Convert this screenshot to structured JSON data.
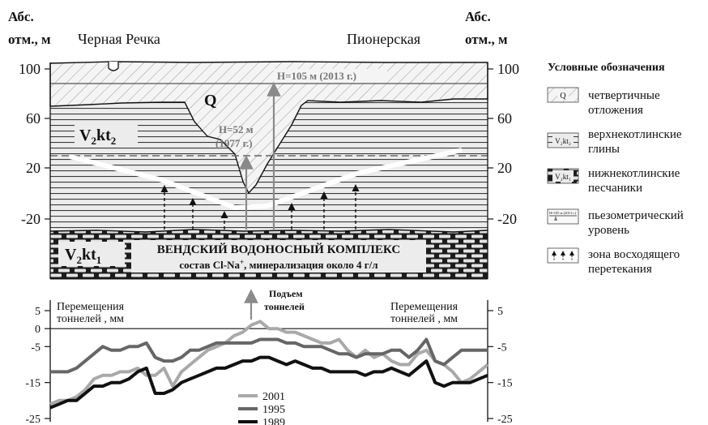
{
  "section": {
    "left_axis_title_line1": "Абс.",
    "left_axis_title_line2": "отм., м",
    "right_axis_title_line1": "Абс.",
    "right_axis_title_line2": "отм., м",
    "location_left": "Черная Речка",
    "location_right": "Пионерская",
    "left_ticks": [
      "100",
      "60",
      "20",
      "-20"
    ],
    "right_ticks": [
      "100",
      "60",
      "20",
      "-20"
    ],
    "layer_q": "Q",
    "layer_upper_base": "V",
    "layer_upper_sub": "2",
    "layer_upper_tail": "kt",
    "layer_upper_tail_sub": "2",
    "layer_lower_base": "V",
    "layer_lower_sub": "2",
    "layer_lower_tail": "kt",
    "layer_lower_tail_sub": "1",
    "level_2013": "H=105 м (2013 г.)",
    "level_1977_line1": "H=52 м",
    "level_1977_line2": "(1977 г.)",
    "aquifer_title": "ВЕНДСКИЙ ВОДОНОСНЫЙ КОМПЛЕКС",
    "aquifer_comp_prefix": "состав Cl-Na",
    "aquifer_comp_sup": "+",
    "aquifer_comp_suffix": ", минерализация около 4 г/л"
  },
  "legend": {
    "title": "Условные обозначения",
    "items": [
      {
        "label_line1": "четвертичные",
        "label_line2": "отложения",
        "symbol_text": "Q"
      },
      {
        "label_line1": "верхнекотлинские",
        "label_line2": "глины",
        "symbol_text": "V₂kt₂"
      },
      {
        "label_line1": "нижнекотлинские",
        "label_line2": "песчаники",
        "symbol_text": "V₂kt₁"
      },
      {
        "label_line1": "пьезометрический",
        "label_line2": "уровень",
        "symbol_text": "H=105 м (2013 г.)"
      },
      {
        "label_line1": "зона восходящего",
        "label_line2": "перетекания"
      }
    ]
  },
  "chart_data": {
    "type": "line",
    "title": "",
    "left_axis_label_line1": "Перемещения",
    "left_axis_label_line2": "тоннелей , мм",
    "right_axis_label_line1": "Перемещения",
    "right_axis_label_line2": "тоннелей , мм",
    "annotation_line1": "Подъем",
    "annotation_line2": "тоннелей",
    "ylim": [
      -25,
      5
    ],
    "left_ticks": [
      "5",
      "0",
      "-5",
      "-15",
      "-25"
    ],
    "right_ticks": [
      "5",
      "-5",
      "-15",
      "-25"
    ],
    "x": [
      0,
      2,
      4,
      6,
      8,
      10,
      12,
      14,
      16,
      18,
      20,
      22,
      24,
      26,
      28,
      30,
      32,
      34,
      36,
      38,
      40,
      42,
      44,
      46,
      48,
      50,
      52,
      54,
      56,
      58,
      60,
      62,
      64,
      66,
      68,
      70,
      72,
      74,
      76,
      78,
      80,
      82,
      84,
      86,
      88,
      90,
      92,
      94,
      96,
      98,
      100
    ],
    "series": [
      {
        "name": "2001",
        "color": "#a9a9a9",
        "values": [
          -21,
          -20,
          -20,
          -19,
          -17,
          -14,
          -13,
          -13,
          -12,
          -12,
          -11,
          -13,
          -13,
          -11,
          -16,
          -12,
          -10,
          -8,
          -6,
          -5,
          -4,
          -2,
          -1,
          1,
          2,
          0,
          0,
          -1,
          -1,
          -2,
          -3,
          -4,
          -4,
          -3,
          -6,
          -8,
          -6,
          -8,
          -7,
          -9,
          -10,
          -10,
          -7,
          -6,
          -9,
          -10,
          -12,
          -15,
          -14,
          -12,
          -10
        ]
      },
      {
        "name": "1995",
        "color": "#666666",
        "values": [
          -12,
          -12,
          -12,
          -11,
          -9,
          -7,
          -5,
          -6,
          -6,
          -5,
          -5,
          -4,
          -8,
          -9,
          -9,
          -8,
          -6,
          -6,
          -5,
          -4,
          -4,
          -4,
          -4,
          -4,
          -3,
          -3,
          -3,
          -4,
          -4,
          -5,
          -5,
          -5,
          -6,
          -7,
          -7,
          -8,
          -7,
          -7,
          -7,
          -6,
          -6,
          -8,
          -6,
          -3,
          -9,
          -10,
          -8,
          -6,
          -6,
          -6,
          -6
        ]
      },
      {
        "name": "1989",
        "color": "#111111",
        "values": [
          -22,
          -21,
          -20,
          -20,
          -18,
          -16,
          -16,
          -15,
          -15,
          -14,
          -12,
          -11,
          -18,
          -18,
          -17,
          -15,
          -14,
          -13,
          -12,
          -11,
          -11,
          -10,
          -9,
          -9,
          -8,
          -8,
          -9,
          -10,
          -9,
          -10,
          -11,
          -11,
          -12,
          -12,
          -12,
          -12,
          -13,
          -12,
          -12,
          -11,
          -12,
          -13,
          -11,
          -9,
          -15,
          -16,
          -15,
          -15,
          -15,
          -14,
          -13
        ]
      }
    ]
  }
}
